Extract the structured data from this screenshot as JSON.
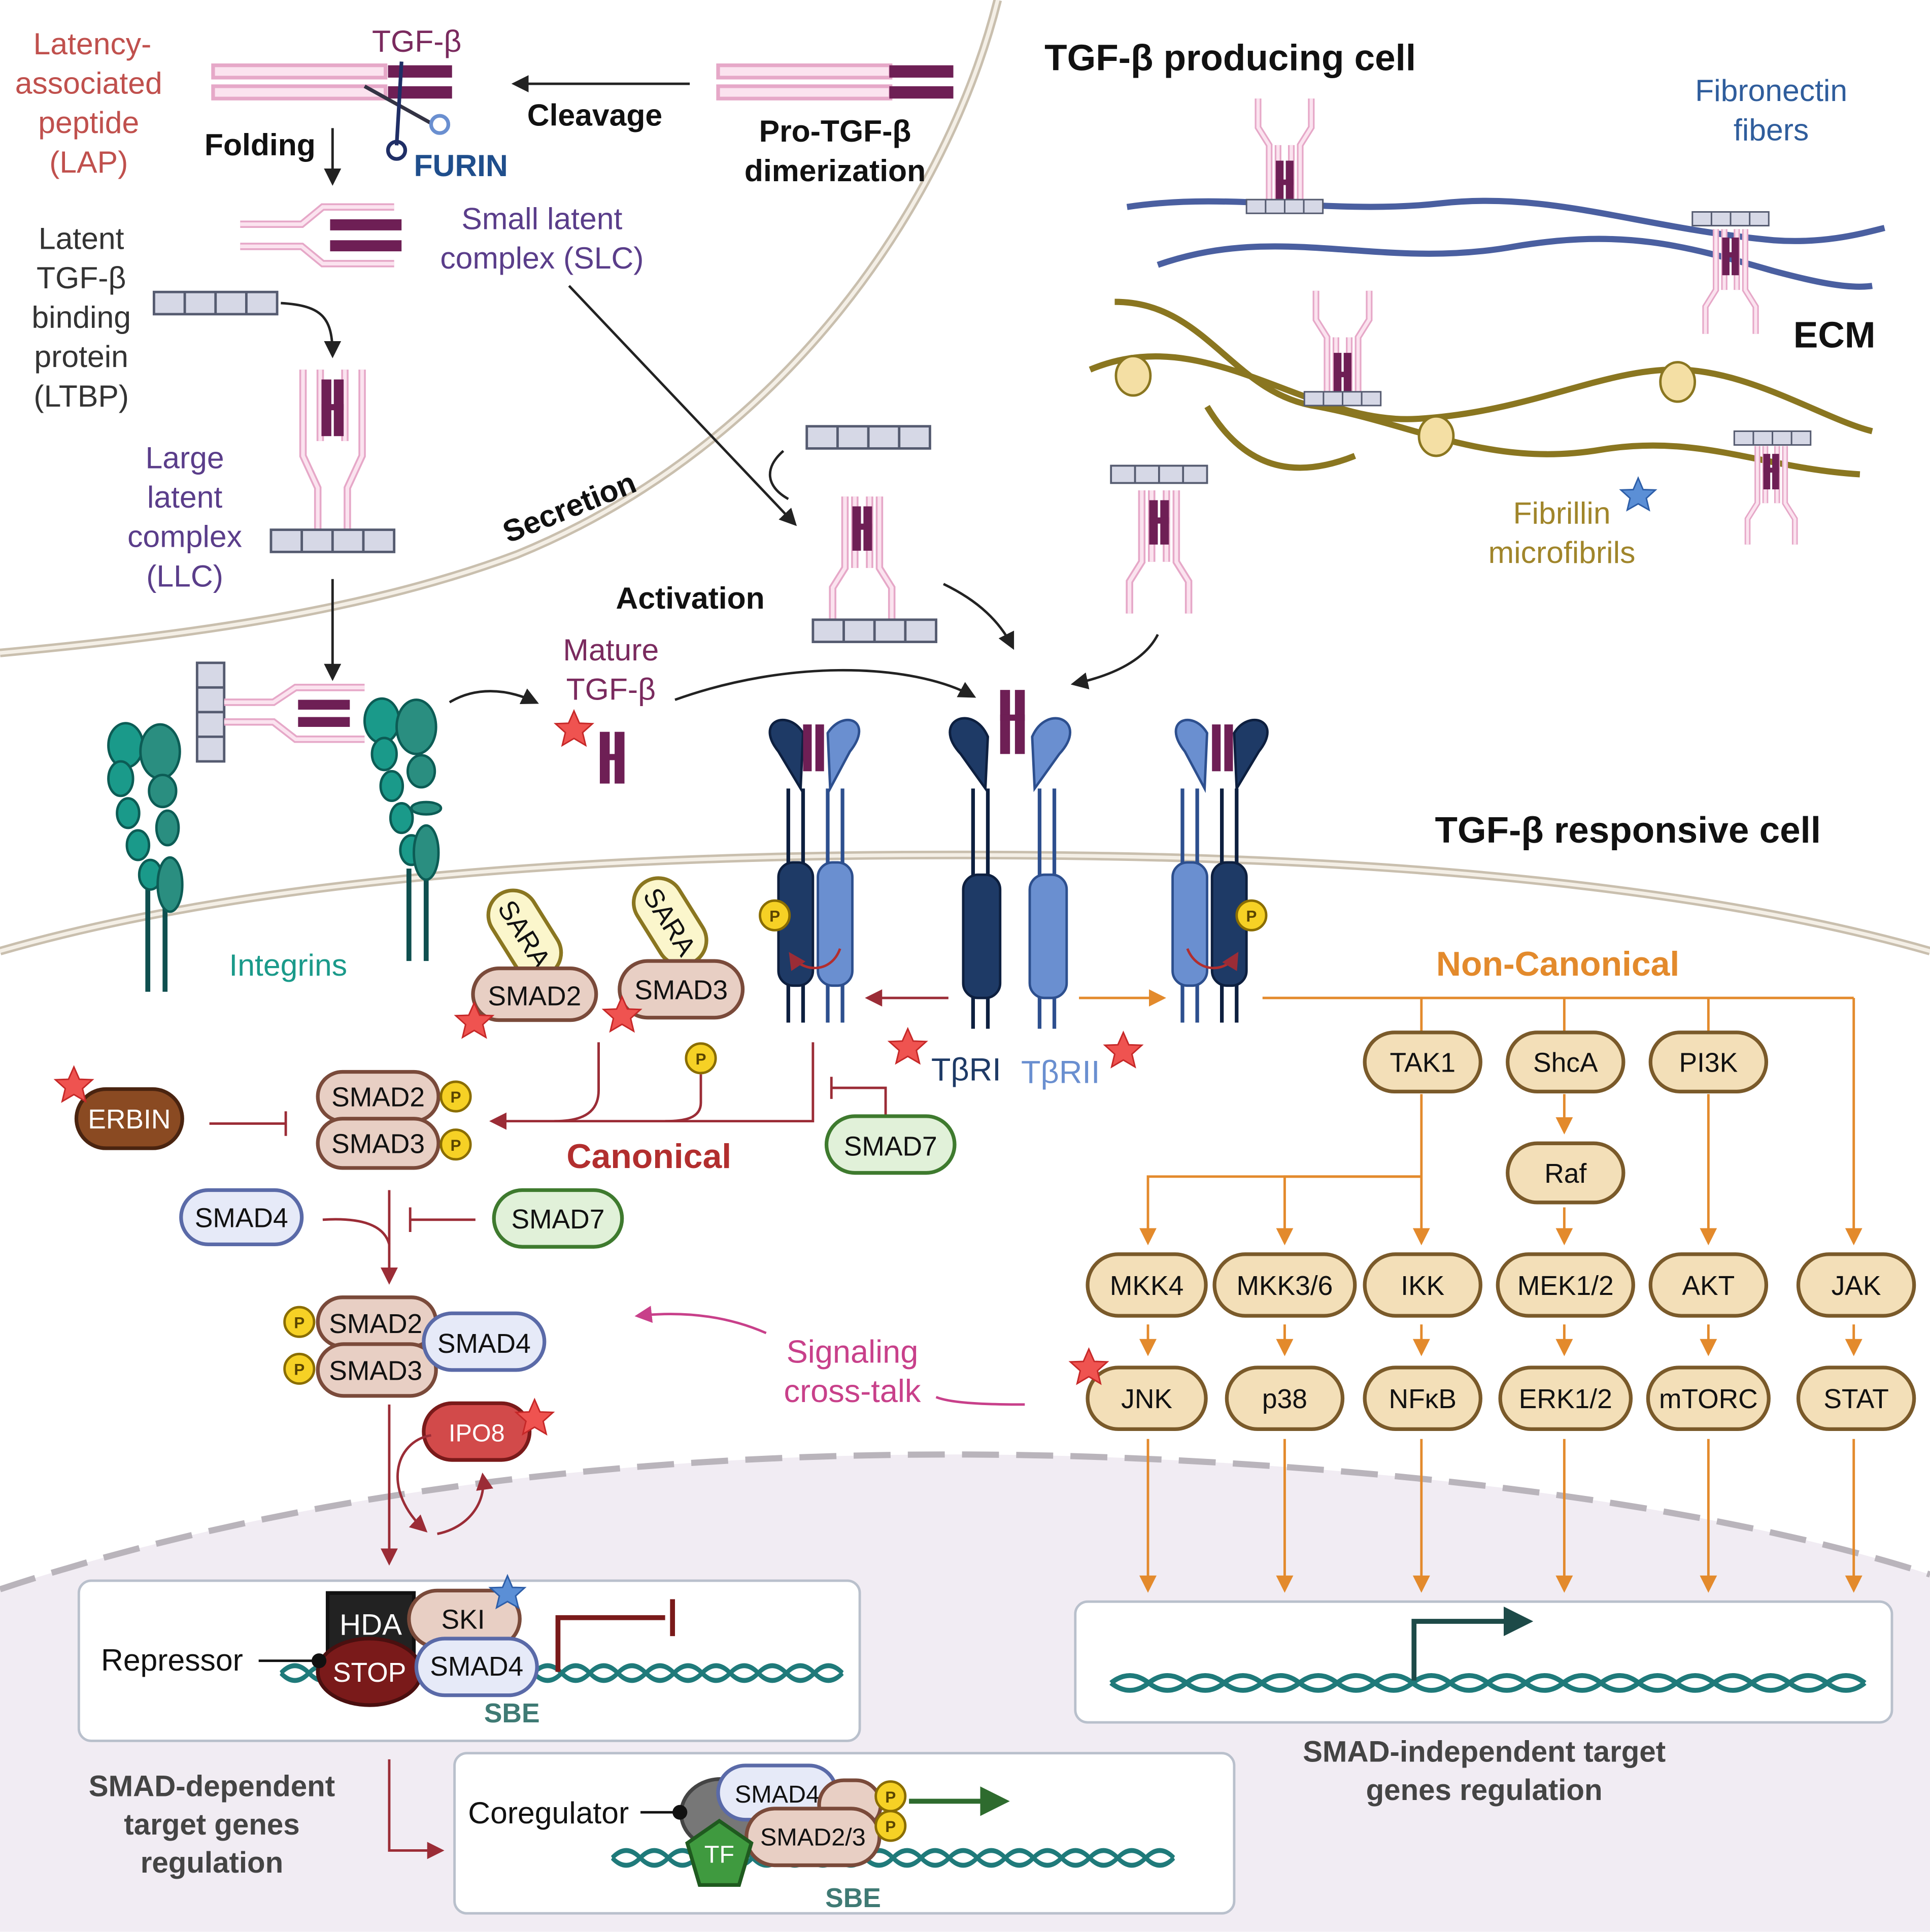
{
  "titles": {
    "producing": "TGF-β producing cell",
    "responsive": "TGF-β responsive cell",
    "ecm": "ECM"
  },
  "labels": {
    "lap1": "Latency-",
    "lap2": "associated",
    "lap3": "peptide",
    "lap4": "(LAP)",
    "tgfb": "TGF-β",
    "furin": "FURIN",
    "folding": "Folding",
    "cleavage": "Cleavage",
    "pro1": "Pro-TGF-β",
    "pro2": "dimerization",
    "slc1": "Small latent",
    "slc2": "complex (SLC)",
    "ltbp1": "Latent",
    "ltbp2": "TGF-β",
    "ltbp3": "binding",
    "ltbp4": "protein",
    "ltbp5": "(LTBP)",
    "llc1": "Large",
    "llc2": "latent",
    "llc3": "complex",
    "llc4": "(LLC)",
    "secretion": "Secretion",
    "activation": "Activation",
    "mature1": "Mature",
    "mature2": "TGF-β",
    "fib1": "Fibronectin",
    "fib2": "fibers",
    "fbn1": "Fibrillin",
    "fbn2": "microfibrils",
    "integrins": "Integrins",
    "tbri": "TβRI",
    "tbrii": "TβRII",
    "canonical": "Canonical",
    "noncanonical": "Non-Canonical",
    "crosstalk1": "Signaling",
    "crosstalk2": "cross-talk",
    "repressor": "Repressor",
    "coregulator": "Coregulator",
    "sbe": "SBE",
    "dep1": "SMAD-dependent",
    "dep2": "target genes",
    "dep3": "regulation",
    "indep1": "SMAD-independent target",
    "indep2": "genes regulation"
  },
  "proteins": {
    "sara": "SARA",
    "smad2": "SMAD2",
    "smad3": "SMAD3",
    "smad4": "SMAD4",
    "smad7": "SMAD7",
    "smad23": "SMAD2/3",
    "erbin": "ERBIN",
    "ipo8": "IPO8",
    "hda": "HDA",
    "ski": "SKI",
    "stop": "STOP",
    "tf": "TF",
    "p": "P"
  },
  "noncanonical": {
    "row1": [
      "TAK1",
      "ShcA",
      "PI3K"
    ],
    "raf": "Raf",
    "row2": [
      "MKK4",
      "MKK3/6",
      "IKK",
      "MEK1/2",
      "AKT",
      "JAK"
    ],
    "row3": [
      "JNK",
      "p38",
      "NFκB",
      "ERK1/2",
      "mTORC",
      "STAT"
    ]
  },
  "colors": {
    "lap": "#c0504d",
    "tgfb": "#7a2a5e",
    "furin": "#1f4e8c",
    "slc": "#5a3d8a",
    "fibronectin": "#2f5d9c",
    "fibrillin": "#a0852a",
    "integrin": "#1a9a8a",
    "tbri": "#1e3a66",
    "tbrii": "#6a8fd0",
    "canonical": "#b22e2e",
    "noncanonical": "#e38a2c",
    "crosstalk": "#c8408a",
    "sbe": "#3f7a74"
  }
}
